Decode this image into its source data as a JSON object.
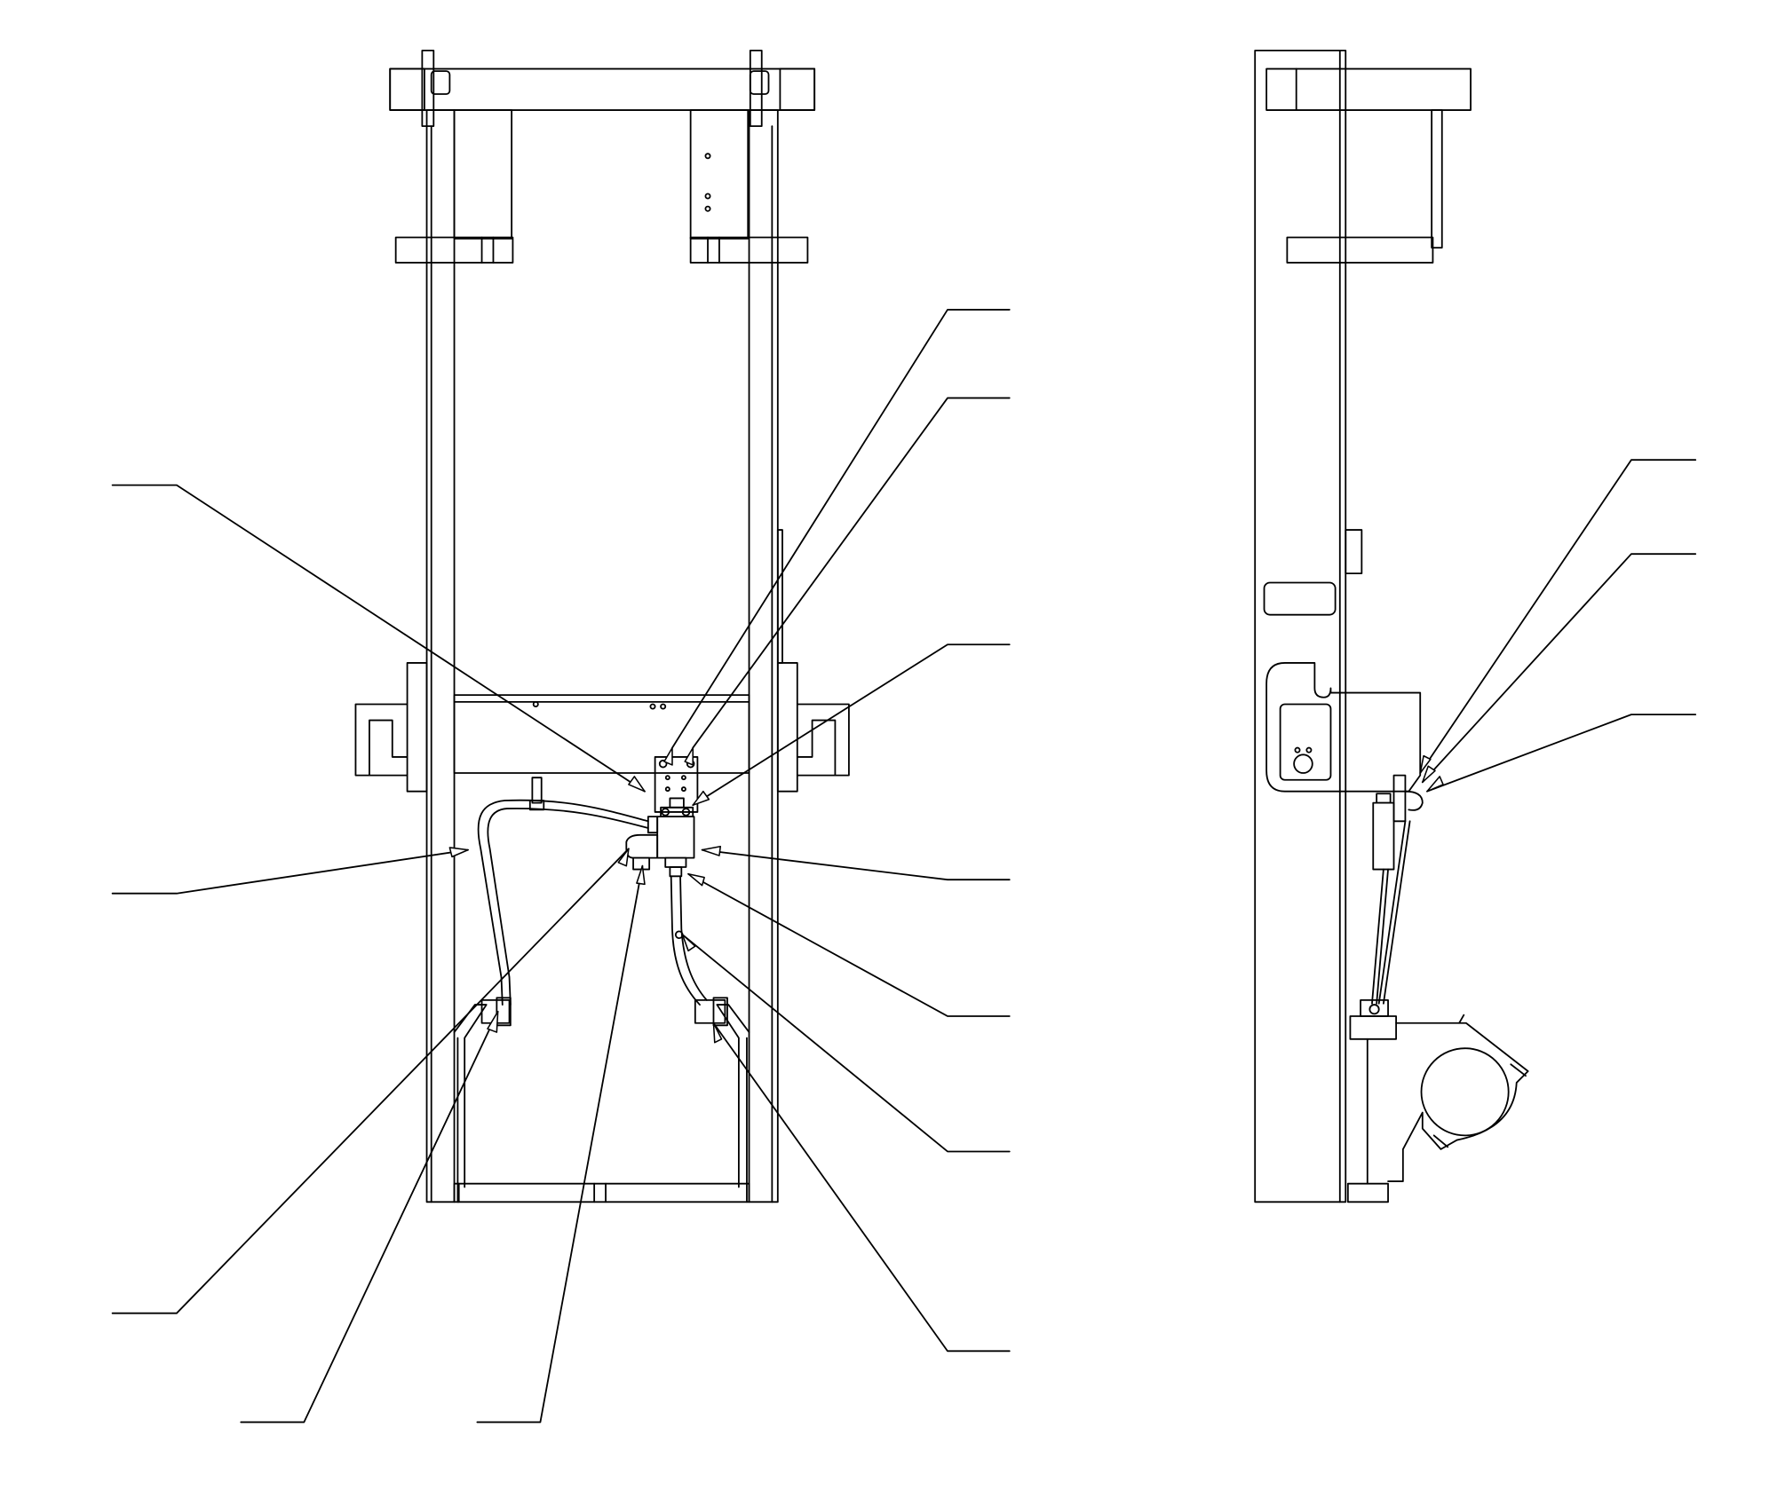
{
  "drawing": {
    "background": "#ffffff",
    "line_color": "#000000",
    "callout_fill": "#ffffff",
    "views": [
      "front-view",
      "side-view"
    ],
    "callouts": {
      "front_left": [
        "callout-1",
        "callout-2",
        "callout-3",
        "callout-4",
        "callout-5"
      ],
      "front_right": [
        "callout-6",
        "callout-7",
        "callout-8",
        "callout-9",
        "callout-10",
        "callout-11",
        "callout-12"
      ],
      "side": [
        "callout-13",
        "callout-14",
        "callout-15"
      ]
    }
  }
}
